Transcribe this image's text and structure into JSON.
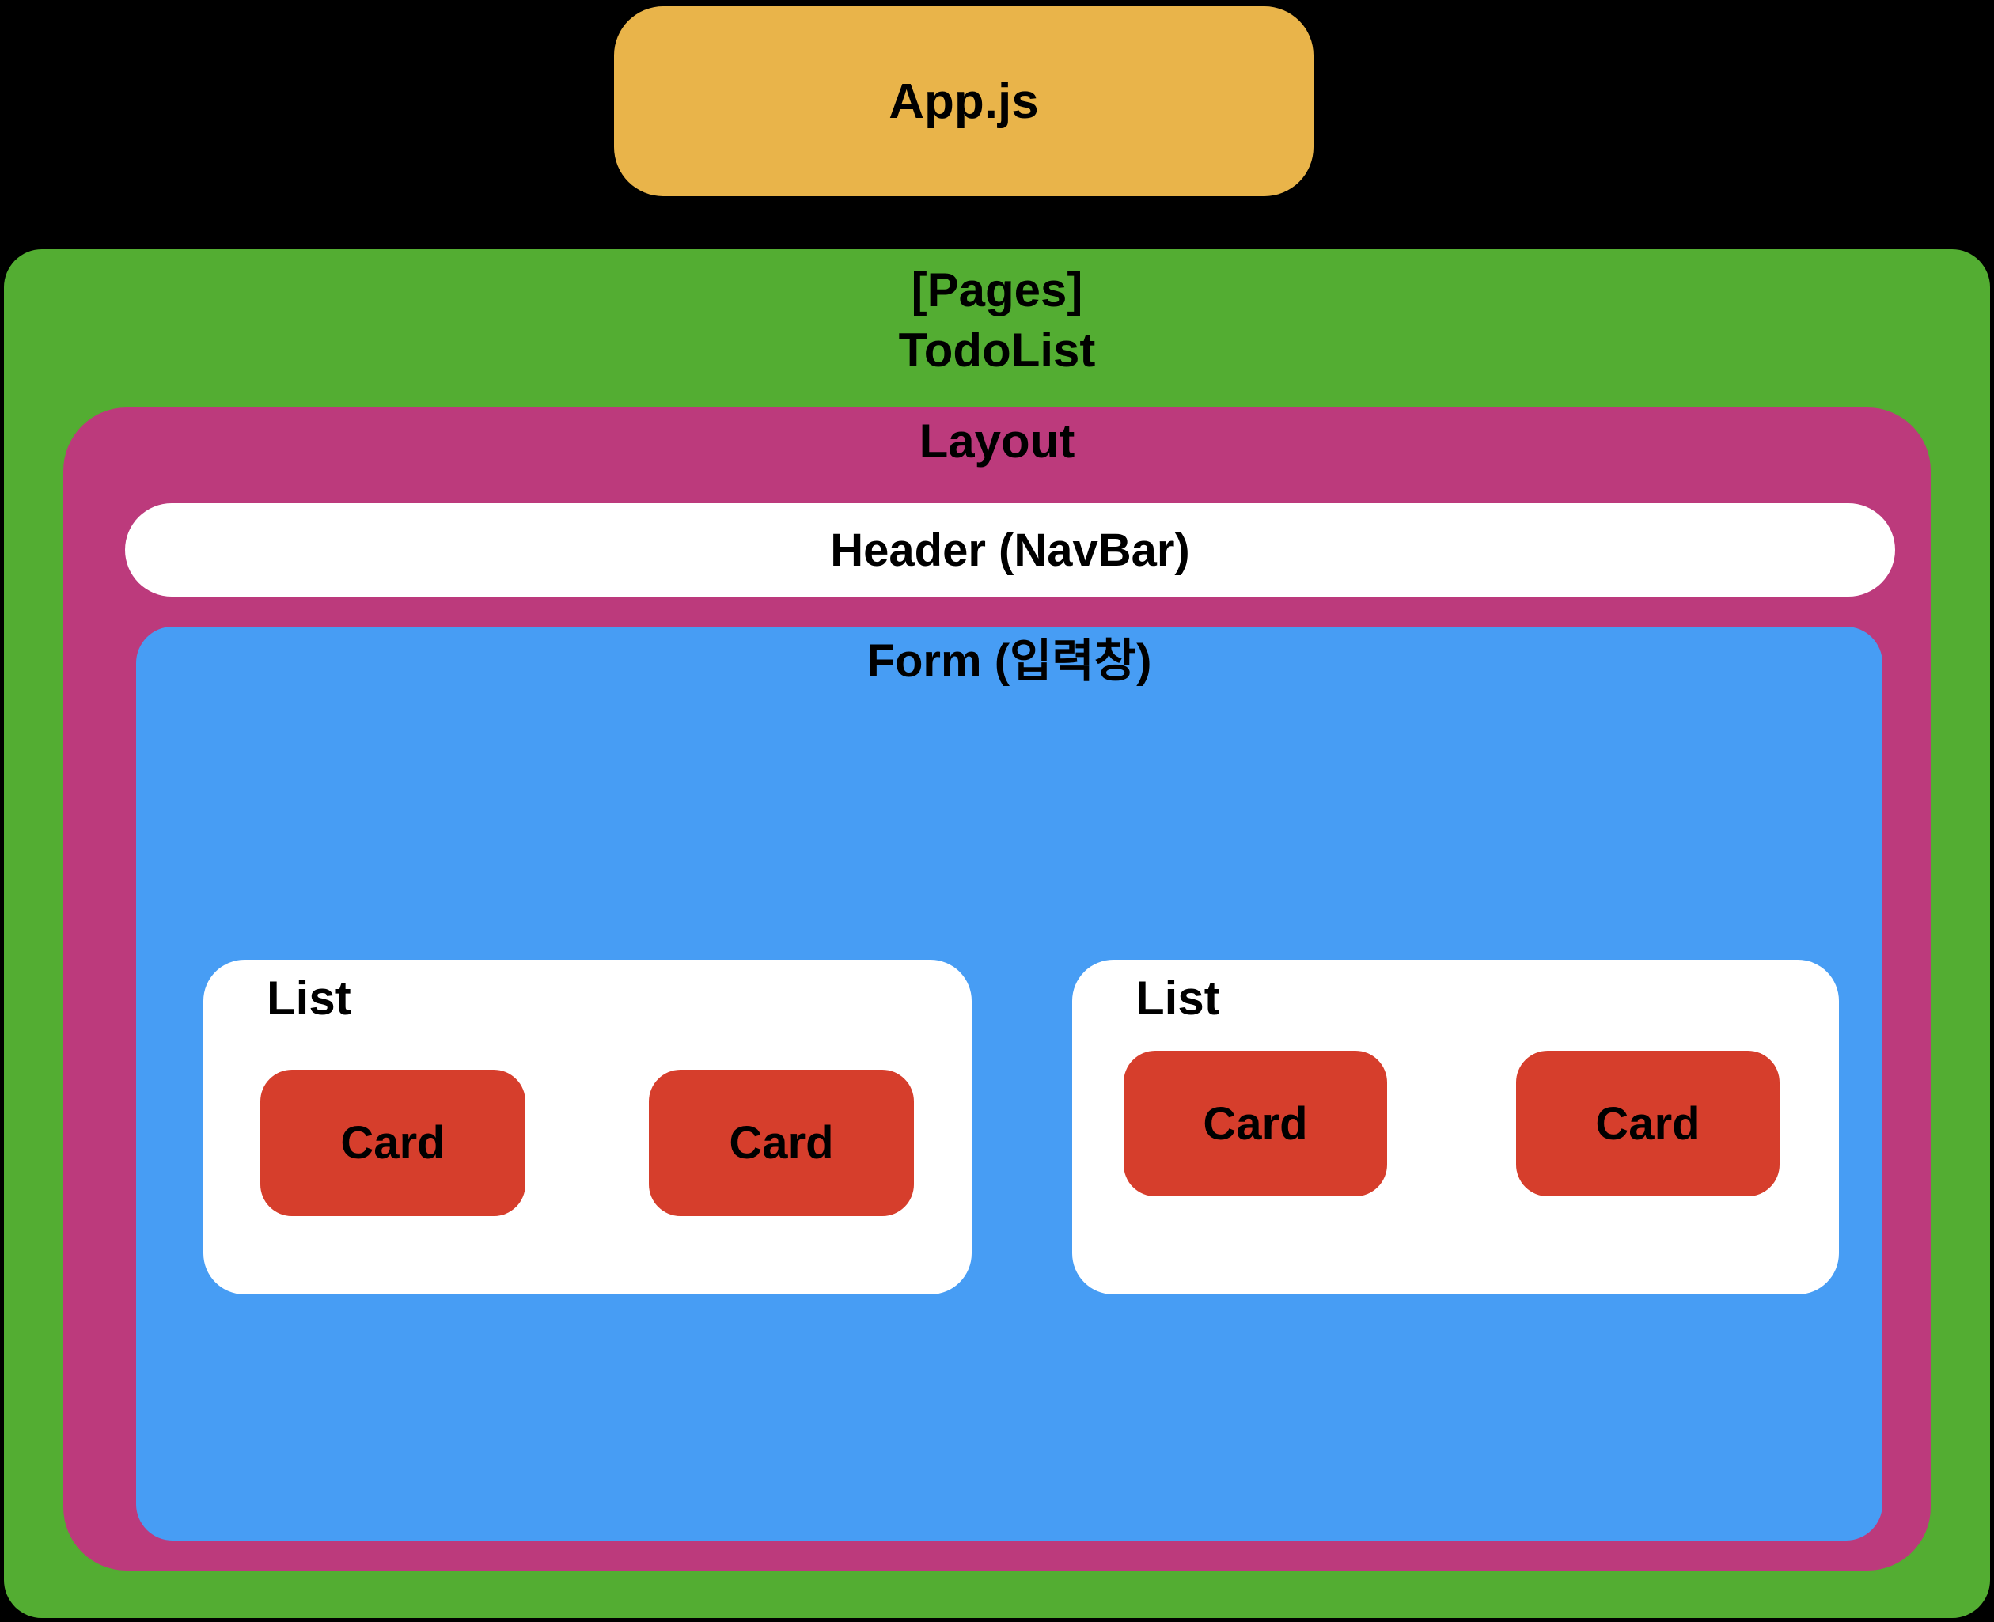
{
  "app": {
    "label": "App.js"
  },
  "pages": {
    "line1": "[Pages]",
    "line2": "TodoList"
  },
  "layout": {
    "label": "Layout"
  },
  "header": {
    "label": "Header (NavBar)"
  },
  "form": {
    "label": "Form (입력창)"
  },
  "lists": [
    {
      "label": "List",
      "cards": [
        {
          "label": "Card"
        },
        {
          "label": "Card"
        }
      ]
    },
    {
      "label": "List",
      "cards": [
        {
          "label": "Card"
        },
        {
          "label": "Card"
        }
      ]
    }
  ],
  "colors": {
    "background": "#000000",
    "app": "#E9B44A",
    "pages": "#53AD32",
    "layout": "#BC3A7C",
    "header": "#FFFFFF",
    "form": "#479DF4",
    "list": "#FFFFFF",
    "card": "#D63E2C",
    "text": "#000000"
  }
}
